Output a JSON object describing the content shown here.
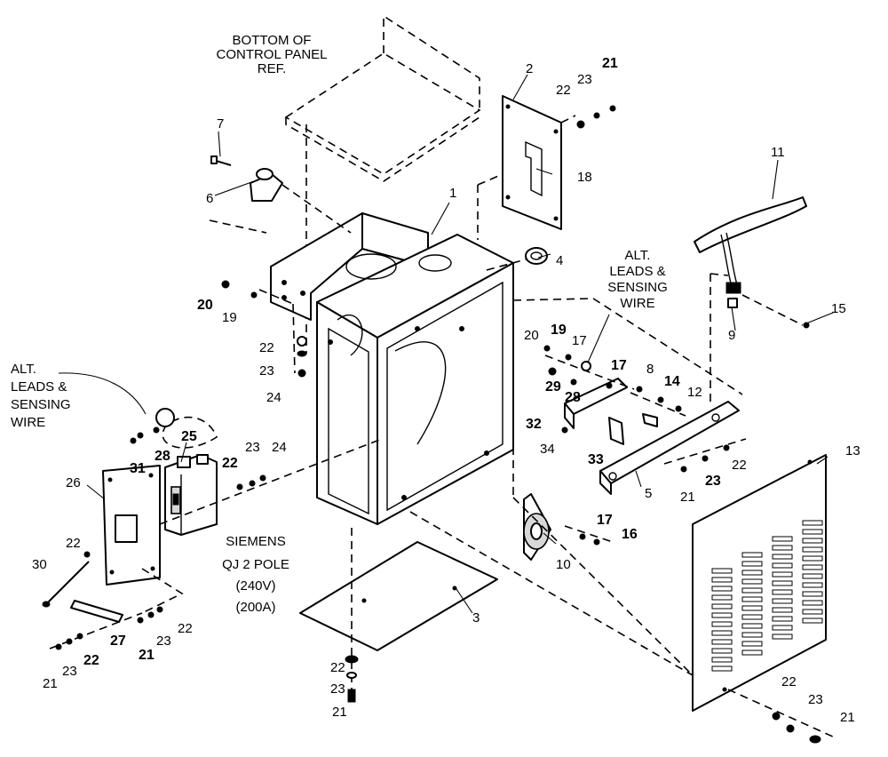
{
  "notes": {
    "bottom_panel": [
      "BOTTOM OF",
      "CONTROL PANEL",
      "REF."
    ],
    "alt_leads_right": [
      "ALT.",
      "LEADS &",
      "SENSING",
      "WIRE"
    ],
    "alt_leads_left": [
      "ALT.",
      "LEADS &",
      "SENSING",
      "WIRE"
    ],
    "breaker_spec": [
      "SIEMENS",
      "QJ 2 POLE",
      "(240V)",
      "(200A)"
    ]
  },
  "callouts": [
    {
      "id": "c1",
      "text": "1",
      "bold": false
    },
    {
      "id": "c2",
      "text": "2",
      "bold": false
    },
    {
      "id": "c3",
      "text": "3",
      "bold": false
    },
    {
      "id": "c4",
      "text": "4",
      "bold": false
    },
    {
      "id": "c5",
      "text": "5",
      "bold": false
    },
    {
      "id": "c6",
      "text": "6",
      "bold": false
    },
    {
      "id": "c7",
      "text": "7",
      "bold": false
    },
    {
      "id": "c8",
      "text": "8",
      "bold": false
    },
    {
      "id": "c9",
      "text": "9",
      "bold": false
    },
    {
      "id": "c10",
      "text": "10",
      "bold": false
    },
    {
      "id": "c11",
      "text": "11",
      "bold": false
    },
    {
      "id": "c12",
      "text": "12",
      "bold": false
    },
    {
      "id": "c13",
      "text": "13",
      "bold": false
    },
    {
      "id": "c14",
      "text": "14",
      "bold": true
    },
    {
      "id": "c15",
      "text": "15",
      "bold": false
    },
    {
      "id": "c16",
      "text": "16",
      "bold": true
    },
    {
      "id": "c17a",
      "text": "17",
      "bold": false
    },
    {
      "id": "c17b",
      "text": "17",
      "bold": true
    },
    {
      "id": "c17c",
      "text": "17",
      "bold": true
    },
    {
      "id": "c18",
      "text": "18",
      "bold": false
    },
    {
      "id": "c19a",
      "text": "19",
      "bold": false
    },
    {
      "id": "c19b",
      "text": "19",
      "bold": true
    },
    {
      "id": "c20a",
      "text": "20",
      "bold": true
    },
    {
      "id": "c20b",
      "text": "20",
      "bold": false
    },
    {
      "id": "c21a",
      "text": "21",
      "bold": true
    },
    {
      "id": "c21b",
      "text": "21",
      "bold": false
    },
    {
      "id": "c21c",
      "text": "21",
      "bold": true
    },
    {
      "id": "c21d",
      "text": "21",
      "bold": false
    },
    {
      "id": "c21e",
      "text": "21",
      "bold": false
    },
    {
      "id": "c21f",
      "text": "21",
      "bold": false
    },
    {
      "id": "c22a",
      "text": "22",
      "bold": false
    },
    {
      "id": "c22b",
      "text": "22",
      "bold": false
    },
    {
      "id": "c22c",
      "text": "22",
      "bold": true
    },
    {
      "id": "c22d",
      "text": "22",
      "bold": false
    },
    {
      "id": "c22e",
      "text": "22",
      "bold": false
    },
    {
      "id": "c22f",
      "text": "22",
      "bold": false
    },
    {
      "id": "c22g",
      "text": "22",
      "bold": true
    },
    {
      "id": "c22h",
      "text": "22",
      "bold": false
    },
    {
      "id": "c22i",
      "text": "22",
      "bold": false
    },
    {
      "id": "c23a",
      "text": "23",
      "bold": false
    },
    {
      "id": "c23b",
      "text": "23",
      "bold": false
    },
    {
      "id": "c23c",
      "text": "23",
      "bold": false
    },
    {
      "id": "c23d",
      "text": "23",
      "bold": true
    },
    {
      "id": "c23e",
      "text": "23",
      "bold": false
    },
    {
      "id": "c23f",
      "text": "23",
      "bold": false
    },
    {
      "id": "c23g",
      "text": "23",
      "bold": false
    },
    {
      "id": "c23h",
      "text": "23",
      "bold": false
    },
    {
      "id": "c24a",
      "text": "24",
      "bold": false
    },
    {
      "id": "c24b",
      "text": "24",
      "bold": false
    },
    {
      "id": "c25",
      "text": "25",
      "bold": true
    },
    {
      "id": "c26",
      "text": "26",
      "bold": false
    },
    {
      "id": "c27",
      "text": "27",
      "bold": true
    },
    {
      "id": "c28a",
      "text": "28",
      "bold": true
    },
    {
      "id": "c28b",
      "text": "28",
      "bold": true
    },
    {
      "id": "c29",
      "text": "29",
      "bold": true
    },
    {
      "id": "c30",
      "text": "30",
      "bold": false
    },
    {
      "id": "c31",
      "text": "31",
      "bold": true
    },
    {
      "id": "c32",
      "text": "32",
      "bold": true
    },
    {
      "id": "c33",
      "text": "33",
      "bold": true
    },
    {
      "id": "c34",
      "text": "34",
      "bold": false
    }
  ]
}
